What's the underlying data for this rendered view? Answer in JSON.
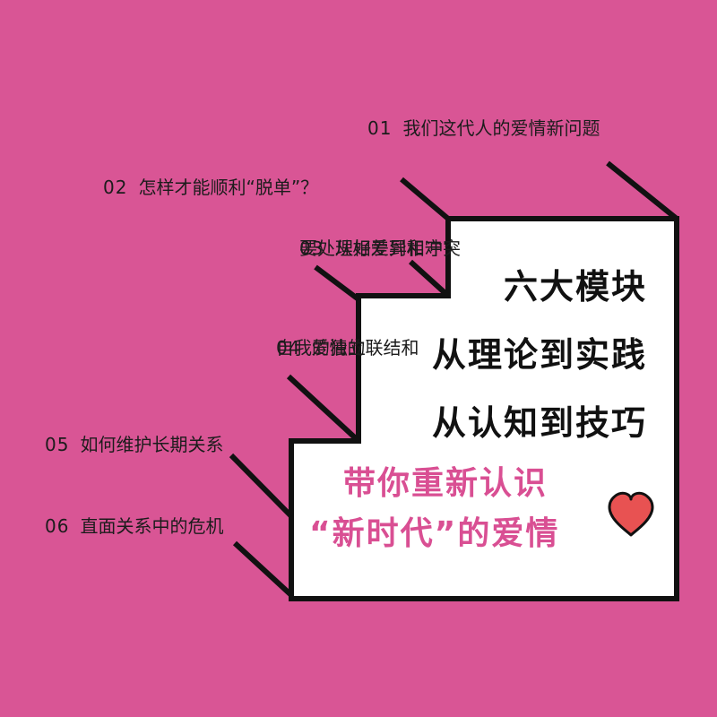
{
  "colors": {
    "background": "#d95595",
    "card": "#ffffff",
    "outline": "#111111",
    "accent": "#d94f93",
    "heart": "#e85252"
  },
  "modules": [
    {
      "num": "01",
      "lines": [
        "我们这代人的爱情新问题"
      ]
    },
    {
      "num": "02",
      "lines": [
        "怎样才能顺利“脱单”？"
      ]
    },
    {
      "num": "03",
      "lines": [
        "从相爱到相守",
        "要处理好差异和冲突"
      ]
    },
    {
      "num": "04",
      "lines": [
        "爱情的联结和",
        "自我的独立"
      ]
    },
    {
      "num": "05",
      "lines": [
        "如何维护长期关系"
      ]
    },
    {
      "num": "06",
      "lines": [
        "直面关系中的危机"
      ]
    }
  ],
  "headline": [
    "六大模块",
    "从理论到实践",
    "从认知到技巧"
  ],
  "highlight": [
    "带你重新认识",
    "“新时代”的爱情"
  ],
  "heart_icon": "heart-icon"
}
